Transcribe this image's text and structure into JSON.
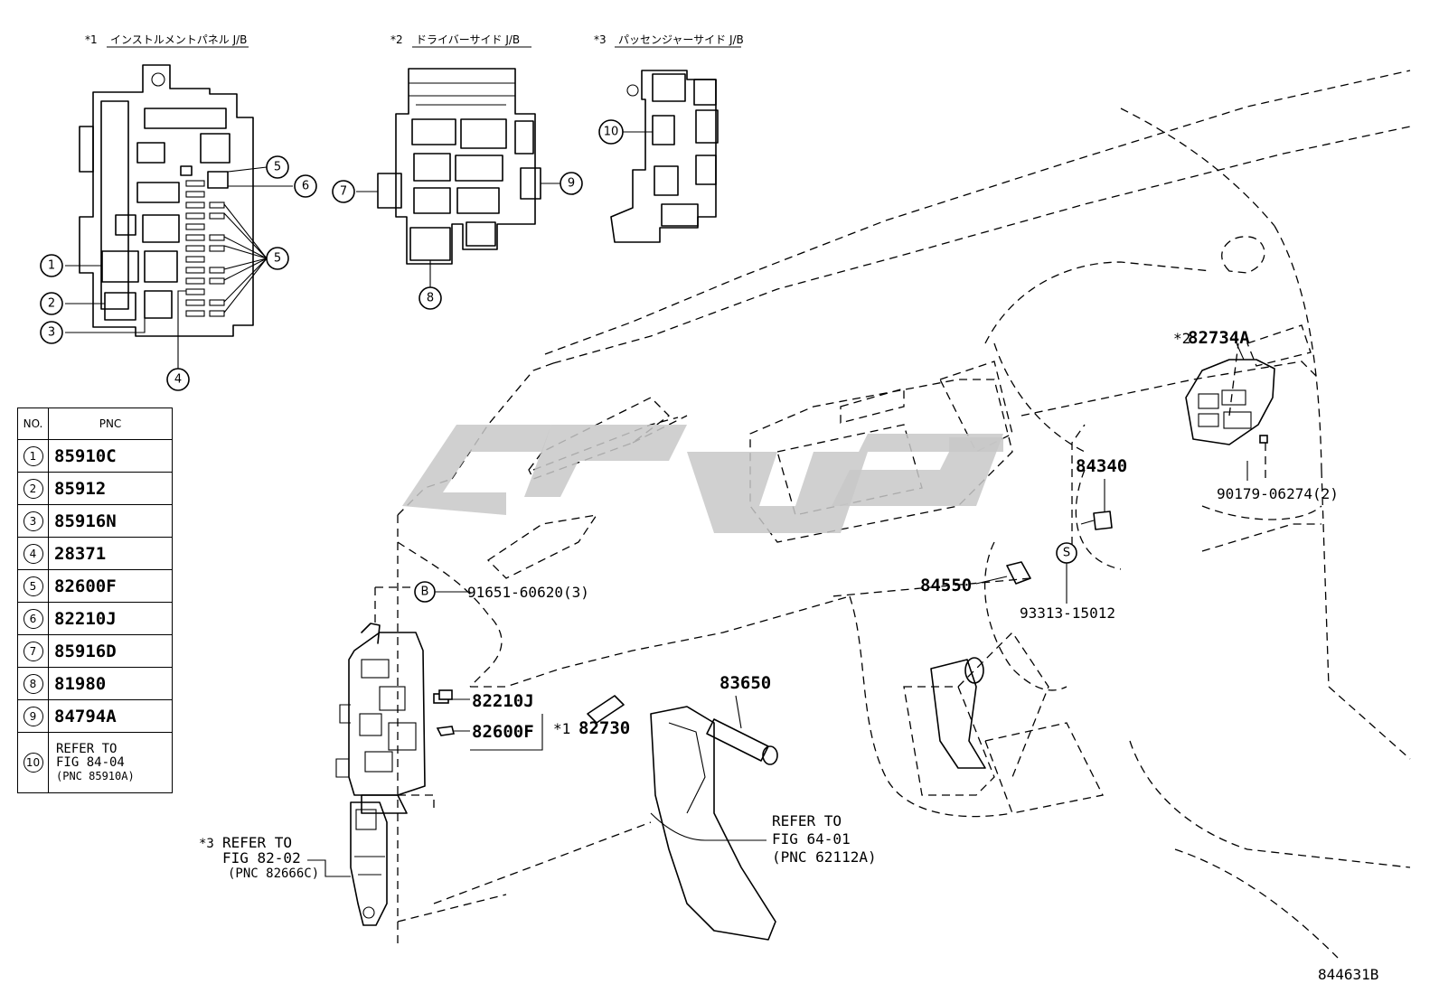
{
  "diagram_id": "844631B",
  "junction_blocks": {
    "instrument_panel": {
      "mark": "*1",
      "title": "インストルメントパネル J/B"
    },
    "driver_side": {
      "mark": "*2",
      "title": "ドライバーサイド J/B"
    },
    "passenger_side": {
      "mark": "*3",
      "title": "パッセンジャーサイド J/B"
    }
  },
  "callouts": {
    "c1": "1",
    "c2": "2",
    "c3": "3",
    "c4": "4",
    "c5": "5",
    "c6": "6",
    "c7": "7",
    "c8": "8",
    "c9": "9",
    "c10": "10",
    "cB": "B",
    "cS": "S"
  },
  "table": {
    "header_no": "NO.",
    "header_pnc": "PNC",
    "rows": [
      {
        "no": "1",
        "pnc": "85910C"
      },
      {
        "no": "2",
        "pnc": "85912"
      },
      {
        "no": "3",
        "pnc": "85916N"
      },
      {
        "no": "4",
        "pnc": "28371"
      },
      {
        "no": "5",
        "pnc": "82600F"
      },
      {
        "no": "6",
        "pnc": "82210J"
      },
      {
        "no": "7",
        "pnc": "85916D"
      },
      {
        "no": "8",
        "pnc": "81980"
      },
      {
        "no": "9",
        "pnc": "84794A"
      }
    ],
    "last_row": {
      "no": "10",
      "line1": "REFER TO",
      "line2": "FIG 84-04",
      "line3": "(PNC 85910A)"
    }
  },
  "part_labels": {
    "p82734A": "82734A",
    "p82734A_mark": "*2",
    "p84340": "84340",
    "p90179": "90179-06274(2)",
    "p84550": "84550",
    "p93313": "93313-15012",
    "p91651": "91651-60620(3)",
    "p82210J": "82210J",
    "p82600F": "82600F",
    "p82730": "82730",
    "p82730_mark": "*1",
    "p83650": "83650"
  },
  "refer_fig64": {
    "line1": "REFER TO",
    "line2": "FIG 64-01",
    "line3": "(PNC 62112A)"
  },
  "refer_fig82": {
    "mark": "*3",
    "line1": "REFER TO",
    "line2": "FIG 82-02",
    "line3": "(PNC 82666C)"
  },
  "watermark": "توپارت"
}
